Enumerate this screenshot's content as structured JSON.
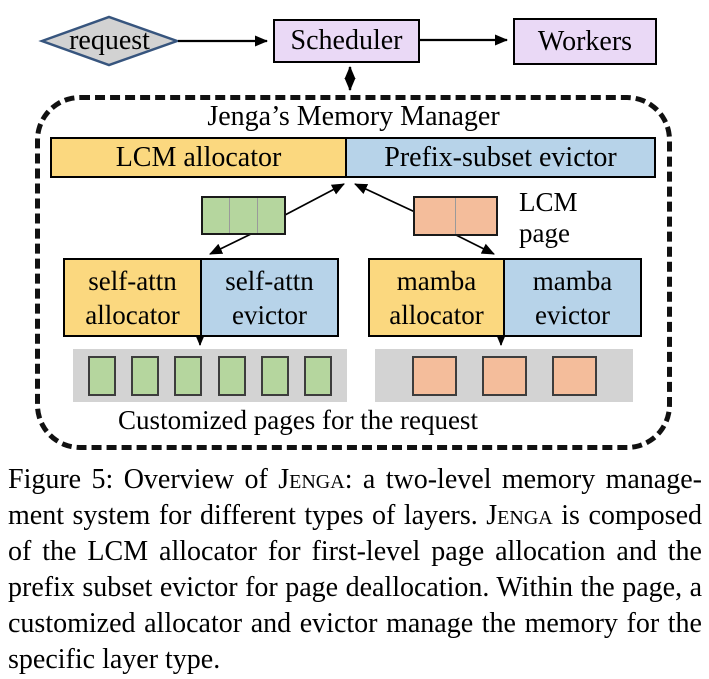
{
  "colors": {
    "yellow": "#FBD87F",
    "blue": "#B7D3E9",
    "purple": "#EAD9F6",
    "green": "#B5D69E",
    "salmon": "#F4BD9B",
    "strip_gray": "#D3D3D3",
    "diamond_gray": "#D2D2D2",
    "diamond_border": "#37557E"
  },
  "top_flow": {
    "request": "request",
    "scheduler": "Scheduler",
    "workers": "Workers"
  },
  "manager": {
    "title": "Jenga’s Memory Manager",
    "lcm_allocator": "LCM allocator",
    "prefix_evictor": "Prefix-subset evictor",
    "lcm_page_line1": "LCM",
    "lcm_page_line2": "page",
    "self_attn_allocator_l1": "self-attn",
    "self_attn_allocator_l2": "allocator",
    "self_attn_evictor_l1": "self-attn",
    "self_attn_evictor_l2": "evictor",
    "mamba_allocator_l1": "mamba",
    "mamba_allocator_l2": "allocator",
    "mamba_evictor_l1": "mamba",
    "mamba_evictor_l2": "evictor",
    "footer": "Customized pages for the request"
  },
  "pages": {
    "lcm_green_cells": 3,
    "lcm_orange_cells": 2,
    "green_squares": 6,
    "orange_squares": 3
  },
  "caption": {
    "figure_lines": [
      {
        "justify": true,
        "runs": [
          {
            "t": "Figure 5: Overview of "
          },
          {
            "t": "Jenga",
            "sc": true
          },
          {
            "t": ": a two-level memory manage-"
          }
        ]
      },
      {
        "justify": true,
        "runs": [
          {
            "t": "ment system for different types of layers. "
          },
          {
            "t": "Jenga",
            "sc": true
          },
          {
            "t": " is composed"
          }
        ]
      },
      {
        "justify": true,
        "runs": [
          {
            "t": "of the LCM allocator for first-level page allocation and the"
          }
        ]
      },
      {
        "justify": true,
        "runs": [
          {
            "t": "prefix subset evictor for page deallocation. Within the page, a"
          }
        ]
      },
      {
        "justify": true,
        "runs": [
          {
            "t": "customized allocator and evictor manage the memory for the"
          }
        ]
      },
      {
        "justify": false,
        "runs": [
          {
            "t": "specific layer type."
          }
        ]
      }
    ]
  }
}
